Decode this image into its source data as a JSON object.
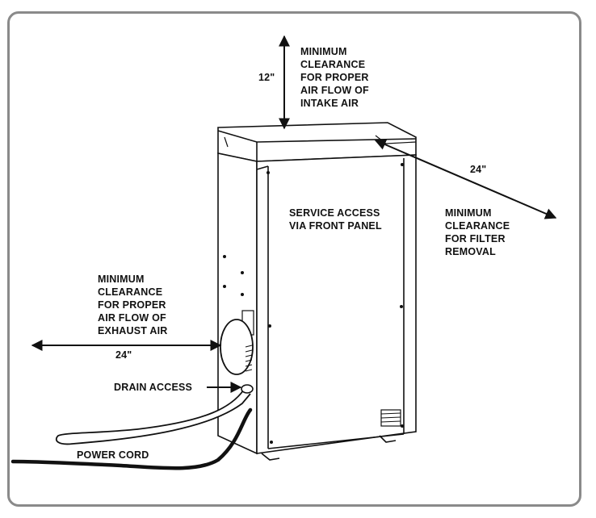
{
  "labels": {
    "top_dimension": "12\"",
    "top_clearance": [
      "MINIMUM",
      "CLEARANCE",
      "FOR PROPER",
      "AIR FLOW OF",
      "INTAKE AIR"
    ],
    "right_dimension": "24\"",
    "right_clearance": [
      "MINIMUM",
      "CLEARANCE",
      "FOR FILTER",
      "REMOVAL"
    ],
    "service_access": [
      "SERVICE ACCESS",
      "VIA FRONT PANEL"
    ],
    "left_clearance": [
      "MINIMUM",
      "CLEARANCE",
      "FOR PROPER",
      "AIR FLOW OF",
      "EXHAUST AIR"
    ],
    "left_dimension": "24\"",
    "drain_access": "DRAIN ACCESS",
    "power_cord": "POWER CORD"
  },
  "colors": {
    "line": "#111111",
    "frame_border": "#8a8a8a",
    "background": "#ffffff"
  }
}
